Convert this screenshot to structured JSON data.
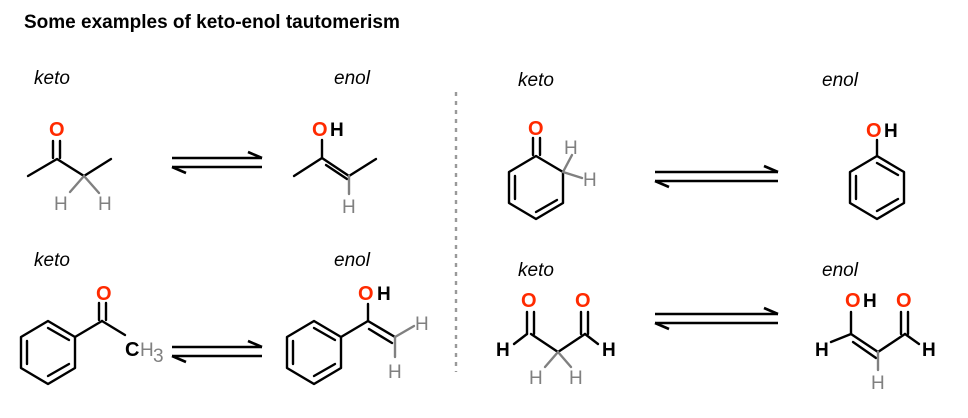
{
  "title": "Some examples of keto-enol tautomerism",
  "labels": {
    "keto": "keto",
    "enol": "enol"
  },
  "atoms": {
    "O": "O",
    "OH_O": "O",
    "OH_H": "H",
    "H": "H",
    "C": "C",
    "H3": "H",
    "three": "3"
  },
  "colors": {
    "oxygen": "#ff2a00",
    "hydrogen_gray": "#808080",
    "bond": "#000000",
    "divider": "#999999"
  }
}
